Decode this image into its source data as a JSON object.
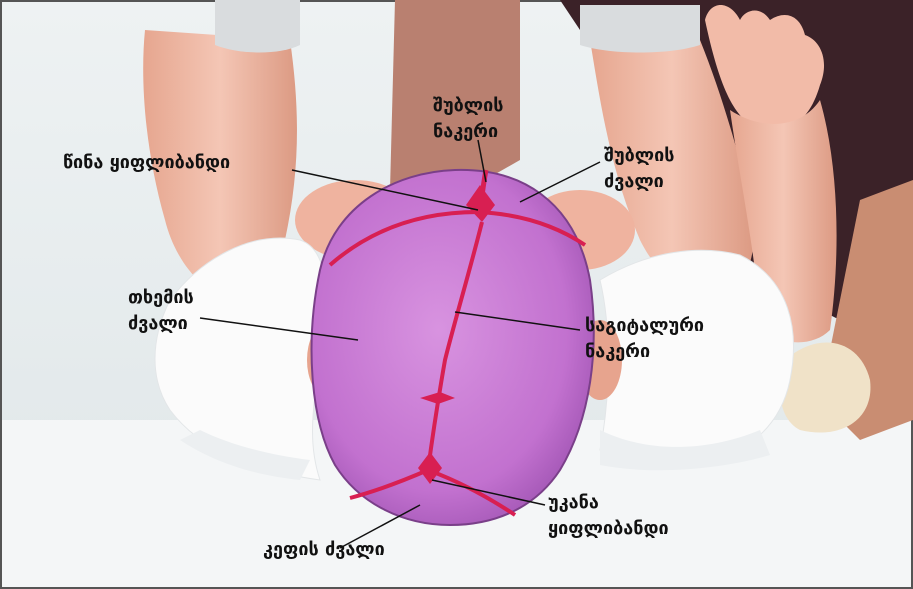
{
  "image": {
    "subject": "infant skull bones and fontanelles",
    "colors": {
      "skull": "#c77ad3",
      "suture": "#d81f52",
      "skin": "#efb9a6",
      "cloth": "#ffffff",
      "background": "#e9eeef"
    }
  },
  "labels": {
    "anterior_fontanelle": {
      "lines": [
        "წინა ყიფლიბანდი"
      ]
    },
    "frontal_suture": {
      "lines": [
        "შუბლის",
        "ნაკერი"
      ]
    },
    "frontal_bone": {
      "lines": [
        "შუბლის",
        "ძვალი"
      ]
    },
    "parietal_bone": {
      "lines": [
        "თხემის",
        "ძვალი"
      ]
    },
    "sagittal_suture": {
      "lines": [
        "საგიტალური",
        "ნაკერი"
      ]
    },
    "posterior_fontanelle": {
      "lines": [
        "უკანა",
        "ყიფლიბანდი"
      ]
    },
    "occipital_bone": {
      "lines": [
        "კეფის ძვალი"
      ]
    }
  }
}
